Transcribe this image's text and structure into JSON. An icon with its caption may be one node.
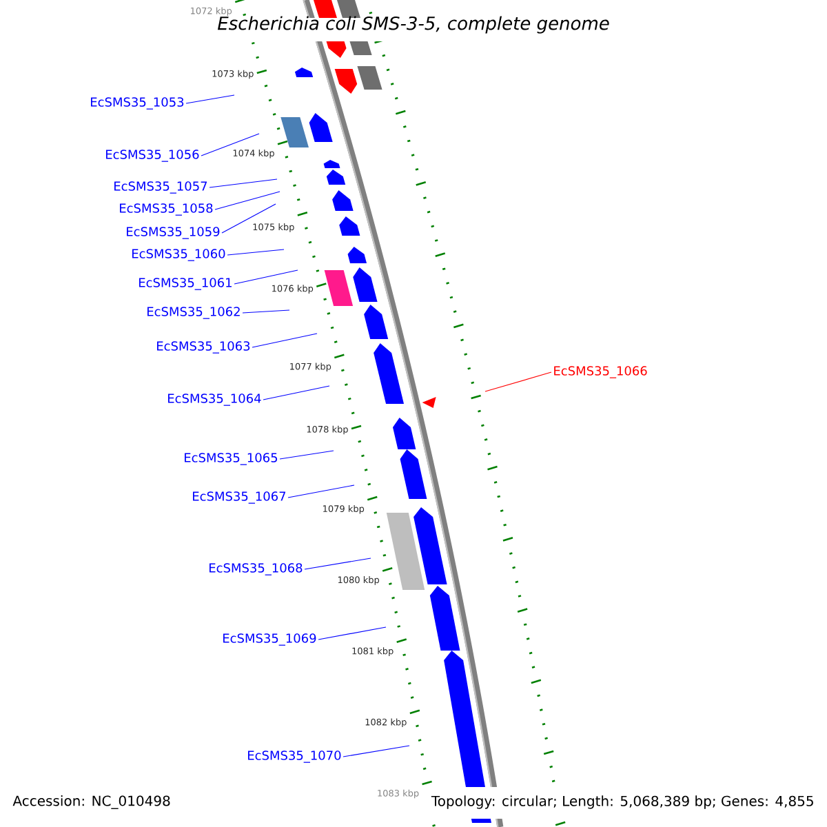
{
  "diagram": {
    "title": "Escherichia coli SMS-3-5, complete genome",
    "nodes": [
      {
        "text": [
          "EcSMS35_1053"
        ]
      },
      {
        "text": [
          "EcSMS35_1056"
        ]
      },
      {
        "text": [
          "EcSMS35_1057"
        ]
      },
      {
        "text": [
          "EcSMS35_1058"
        ]
      },
      {
        "text": [
          "EcSMS35_1059"
        ]
      },
      {
        "text": [
          "EcSMS35_1060"
        ]
      },
      {
        "text": [
          "EcSMS35_1061"
        ]
      },
      {
        "text": [
          "EcSMS35_1062"
        ]
      },
      {
        "text": [
          "EcSMS35_1063"
        ]
      },
      {
        "text": [
          "EcSMS35_1066"
        ]
      },
      {
        "text": [
          "EcSMS35_1064"
        ]
      },
      {
        "text": [
          "EcSMS35_1065"
        ]
      },
      {
        "text": [
          "EcSMS35_1067"
        ]
      },
      {
        "text": [
          "EcSMS35_1068"
        ]
      },
      {
        "text": [
          "EcSMS35_1069"
        ]
      },
      {
        "text": [
          "EcSMS35_1070"
        ]
      }
    ],
    "edges": [
      {
        "from": 0,
        "to": null,
        "arrow": "none"
      },
      {
        "from": 1,
        "to": null,
        "arrow": "none"
      },
      {
        "from": 2,
        "to": null,
        "arrow": "none"
      },
      {
        "from": 3,
        "to": null,
        "arrow": "none"
      },
      {
        "from": 4,
        "to": null,
        "arrow": "none"
      },
      {
        "from": 5,
        "to": null,
        "arrow": "none"
      },
      {
        "from": 6,
        "to": null,
        "arrow": "none"
      },
      {
        "from": 7,
        "to": null,
        "arrow": "none"
      },
      {
        "from": 8,
        "to": null,
        "arrow": "none"
      },
      {
        "from": 9,
        "to": null,
        "arrow": "none",
        "color": "#ff0000"
      },
      {
        "from": 10,
        "to": null,
        "arrow": "none"
      },
      {
        "from": 11,
        "to": null,
        "arrow": "none"
      },
      {
        "from": 12,
        "to": null,
        "arrow": "none"
      },
      {
        "from": 13,
        "to": null,
        "arrow": "none"
      },
      {
        "from": 14,
        "to": null,
        "arrow": "none"
      },
      {
        "from": 15,
        "to": null,
        "arrow": "none"
      }
    ],
    "labels": [
      "1072 kbp",
      "1073 kbp",
      "1074 kbp",
      "1075 kbp",
      "1076 kbp",
      "1077 kbp",
      "1078 kbp",
      "1079 kbp",
      "1080 kbp",
      "1081 kbp",
      "1082 kbp",
      "1083 kbp",
      "Accession: NC_010498",
      "Topology: circular; Length: 5,068,389 bp; Genes: 4,855"
    ]
  }
}
